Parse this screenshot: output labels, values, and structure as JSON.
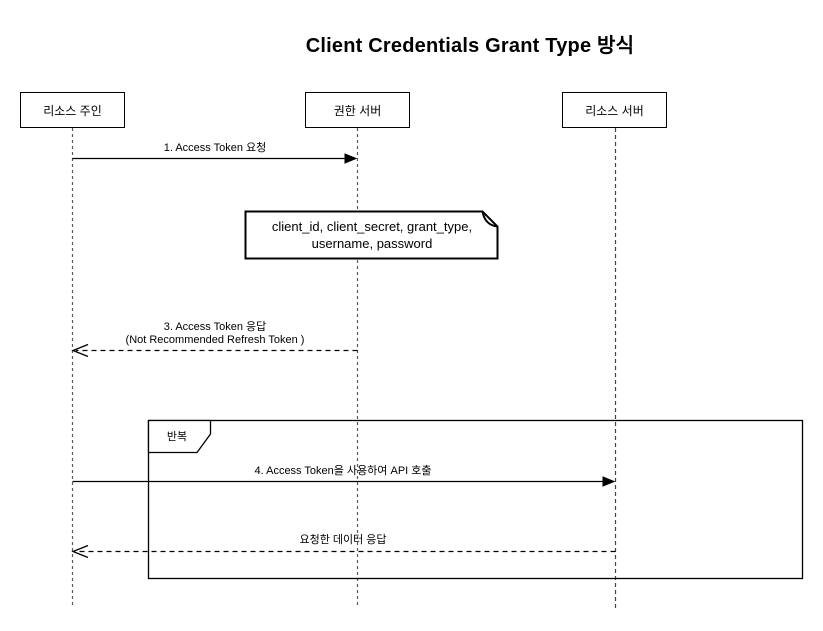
{
  "title": "Client Credentials Grant Type 방식",
  "actors": [
    {
      "label": "리소스 주인"
    },
    {
      "label": "권한 서버"
    },
    {
      "label": "리소스 서버"
    }
  ],
  "messages": [
    {
      "label": "1. Access Token 요청",
      "style": "solid"
    },
    {
      "label": "3. Access Token 응답",
      "label2": "(Not Recommended Refresh Token )",
      "style": "dashed"
    },
    {
      "label": "4. Access Token을 사용하여 API 호출",
      "style": "solid"
    },
    {
      "label": "요청한 데이터 응답",
      "style": "dashed"
    }
  ],
  "note": {
    "line1": "client_id, client_secret, grant_type,",
    "line2": "username, password"
  },
  "loop": {
    "label": "반복"
  },
  "colors": {
    "line": "#000000",
    "lifeline": "#595959",
    "background": "#ffffff"
  }
}
